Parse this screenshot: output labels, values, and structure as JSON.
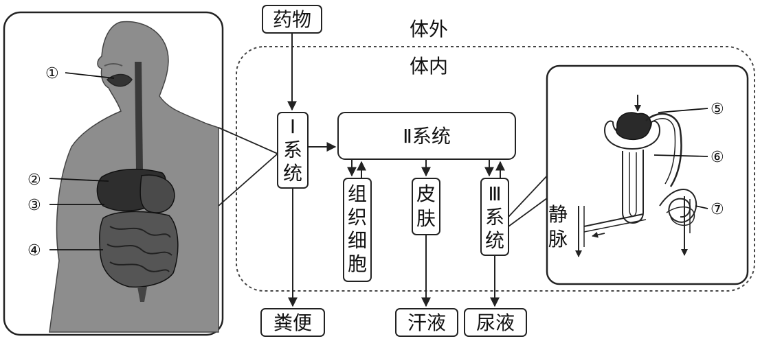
{
  "labels": {
    "drug": "药物",
    "outside": "体外",
    "inside": "体内",
    "system1": [
      "Ⅰ",
      "系",
      "统"
    ],
    "system2": "Ⅱ系统",
    "tissue": [
      "组",
      "织",
      "细",
      "胞"
    ],
    "skin": [
      "皮",
      "肤"
    ],
    "system3": [
      "Ⅲ",
      "系",
      "统"
    ],
    "vein": [
      "静",
      "脉"
    ],
    "feces": "粪便",
    "sweat": "汗液",
    "urine": "尿液"
  },
  "markers": {
    "m1": "①",
    "m2": "②",
    "m3": "③",
    "m4": "④",
    "m5": "⑤",
    "m6": "⑥",
    "m7": "⑦"
  }
}
